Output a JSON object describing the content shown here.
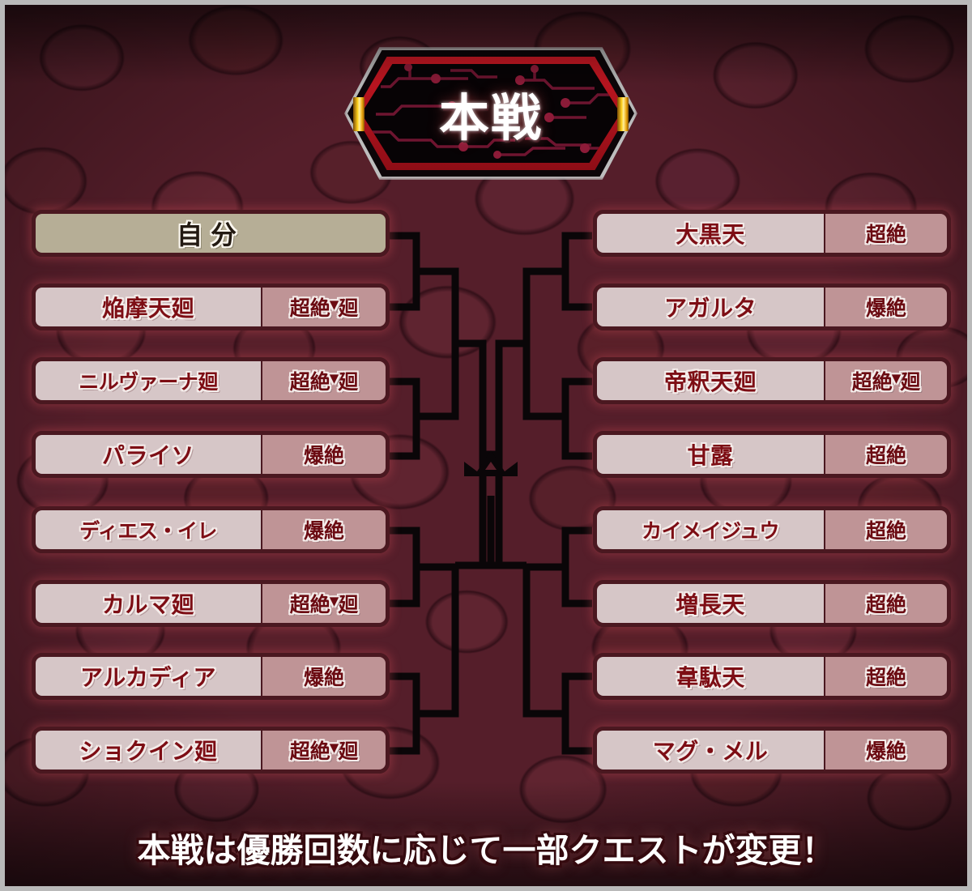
{
  "banner": {
    "title": "本戦"
  },
  "caption": {
    "text": "本戦は優勝回数に応じて一部クエストが変更！"
  },
  "center": {
    "crown_icon": "crown-icon"
  },
  "colors": {
    "background": "#551e2a",
    "row_border": "#4a1820",
    "row_name_bg": "#d6c6c7",
    "row_badge_bg": "#bf9496",
    "self_row_bg": "#b6ae96",
    "name_text": "#7d0d14",
    "banner_red": "#cf1824",
    "banner_gold": "#ffd21e",
    "caption_text": "#ffffff",
    "frame_border": "#b9b9b9"
  },
  "bracket": {
    "left": [
      {
        "name": "自分",
        "badge": "",
        "self": true
      },
      {
        "name": "焔摩天廻",
        "badge": "超絶・廻",
        "self": false
      },
      {
        "name": "ニルヴァーナ廻",
        "badge": "超絶・廻",
        "self": false
      },
      {
        "name": "パライソ",
        "badge": "爆絶",
        "self": false
      },
      {
        "name": "ディエス・イレ",
        "badge": "爆絶",
        "self": false
      },
      {
        "name": "カルマ廻",
        "badge": "超絶・廻",
        "self": false
      },
      {
        "name": "アルカディア",
        "badge": "爆絶",
        "self": false
      },
      {
        "name": "ショクイン廻",
        "badge": "超絶・廻",
        "self": false
      }
    ],
    "right": [
      {
        "name": "大黒天",
        "badge": "超絶",
        "self": false
      },
      {
        "name": "アガルタ",
        "badge": "爆絶",
        "self": false
      },
      {
        "name": "帝釈天廻",
        "badge": "超絶・廻",
        "self": false
      },
      {
        "name": "甘露",
        "badge": "超絶",
        "self": false
      },
      {
        "name": "カイメイジュウ",
        "badge": "超絶",
        "self": false
      },
      {
        "name": "増長天",
        "badge": "超絶",
        "self": false
      },
      {
        "name": "韋駄天",
        "badge": "超絶",
        "self": false
      },
      {
        "name": "マグ・メル",
        "badge": "爆絶",
        "self": false
      }
    ]
  }
}
